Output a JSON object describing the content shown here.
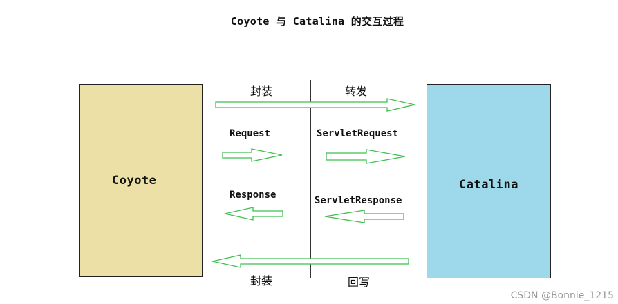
{
  "title": "Coyote 与 Catalina 的交互过程",
  "nodes": {
    "coyote": "Coyote",
    "catalina": "Catalina"
  },
  "labels": {
    "top_left": "封装",
    "top_right": "转发",
    "request": "Request",
    "servlet_request": "ServletRequest",
    "response": "Response",
    "servlet_response": "ServletResponse",
    "bottom_left": "封装",
    "bottom_right": "回写"
  },
  "colors": {
    "coyote_fill": "#ede0a6",
    "catalina_fill": "#9dd9ea",
    "arrow_stroke": "#3fbf4f"
  },
  "watermark": "CSDN @Bonnie_1215"
}
